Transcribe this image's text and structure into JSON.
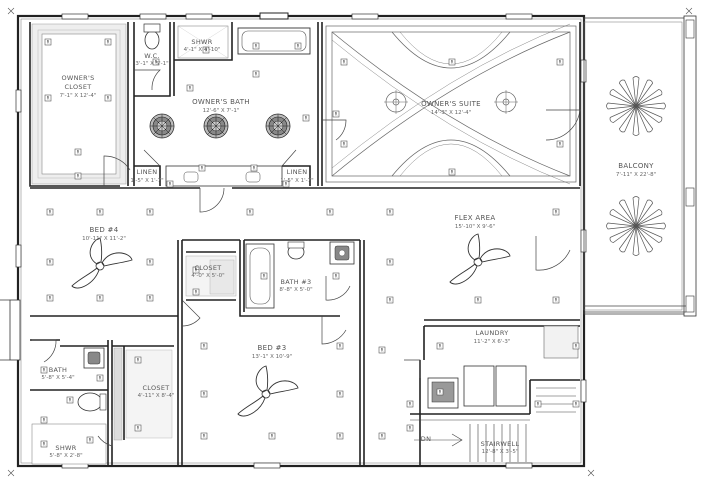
{
  "rooms": {
    "owners_closet": {
      "name": "OWNER'S CLOSET",
      "name_line1": "OWNER'S",
      "name_line2": "CLOSET",
      "dim": "7'-1\" X 12'-4\""
    },
    "wc": {
      "name": "W.C.",
      "dim": "3'-1\" X 5'-1\""
    },
    "shwr_master": {
      "name": "SHWR",
      "dim": "4'-1\" X 4'-10\""
    },
    "owners_bath": {
      "name": "OWNER'S BATH",
      "dim": "12'-6\" X 7'-1\""
    },
    "owners_suite": {
      "name": "OWNER'S SUITE",
      "dim": "14'-3\" X 12'-4\""
    },
    "balcony": {
      "name": "BALCONY",
      "dim": "7'-11\" X 22'-8\""
    },
    "linen_left": {
      "name": "LINEN",
      "dim": "1'-5\" X 1'-7\""
    },
    "linen_right": {
      "name": "LINEN",
      "dim": "1'-5\" X 1'-7\""
    },
    "bed4": {
      "name": "BED #4",
      "dim": "10'-11\" X 11'-2\""
    },
    "flex": {
      "name": "FLEX AREA",
      "dim": "15'-10\" X 9'-6\""
    },
    "closet_small": {
      "name": "CLOSET",
      "dim": "4'-0\" X 5'-0\""
    },
    "bath3": {
      "name": "BATH #3",
      "dim": "8'-8\" X 5'-0\""
    },
    "laundry": {
      "name": "LAUNDRY",
      "dim": "11'-2\" X 6'-3\""
    },
    "bath_left": {
      "name": "BATH",
      "dim": "5'-8\" X 5'-4\""
    },
    "closet_bed3": {
      "name": "CLOSET",
      "dim": "4'-11\" X 8'-4\""
    },
    "bed3": {
      "name": "BED #3",
      "dim": "13'-1\" X 10'-9\""
    },
    "shwr_left": {
      "name": "SHWR",
      "dim": "5'-8\" X 2'-8\""
    },
    "stairwell": {
      "name": "STAIRWELL",
      "dim": "12'-8\" X 3'-5\""
    }
  },
  "labels": {
    "down": "DN",
    "receptacle": "R"
  }
}
